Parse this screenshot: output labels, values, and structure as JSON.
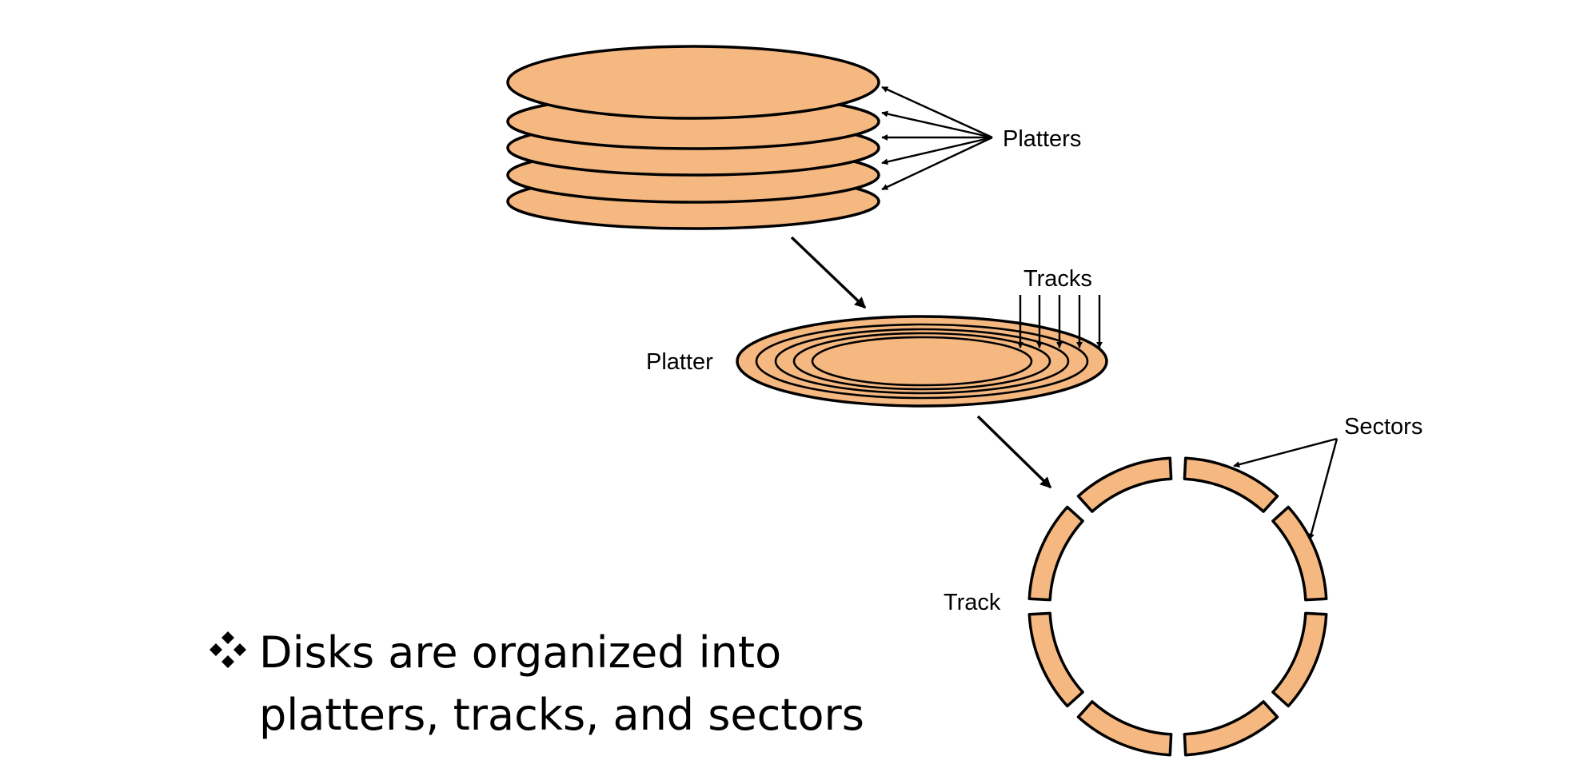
{
  "diagram": {
    "labels": {
      "platters": "Platters",
      "tracks": "Tracks",
      "platter": "Platter",
      "sectors": "Sectors",
      "track": "Track"
    },
    "disk_color": "#f5b880",
    "outline_color": "#000000"
  },
  "bullet": {
    "icon": "four-diamond-bullet-icon",
    "text": "Disks are organized into platters, tracks, and sectors"
  }
}
